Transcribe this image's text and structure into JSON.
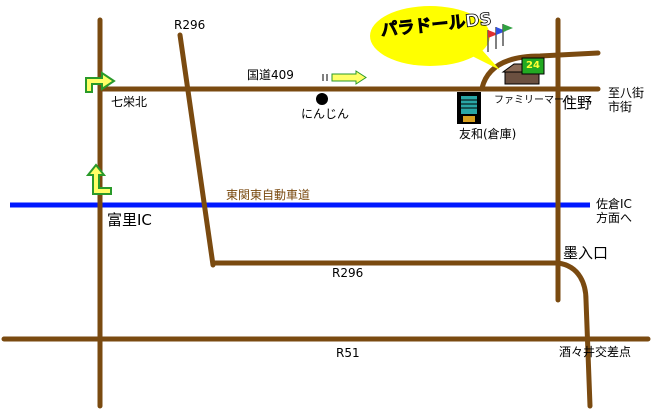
{
  "roads": {
    "r296_top": "R296",
    "r296_bottom": "R296",
    "kokudo409": "国道409",
    "r51": "R51",
    "expressway": "東関東自動車道"
  },
  "places": {
    "shichiei_kita": "七栄北",
    "ninjin": "にんじん",
    "tomosato_ic": "富里IC",
    "familymart": "ファミリーマート",
    "yuwa": "友和(倉庫)",
    "sumino": "住野",
    "sumiiriguchi": "墨入口",
    "shisui_kosaten": "酒々井交差点"
  },
  "destinations": {
    "yachimata_line1": "至八街",
    "yachimata_line2": "市街",
    "sakura_line1": "佐倉IC",
    "sakura_line2": "方面へ"
  },
  "destination_pin": {
    "brand": "パラドールDS",
    "open_24h_badge": "24"
  },
  "colors": {
    "road": "#7a4a10",
    "expressway": "#0018ff",
    "balloon": "#ffff00",
    "arrow_fill": "#ffff66",
    "arrow_stroke": "#2a9a2a"
  }
}
